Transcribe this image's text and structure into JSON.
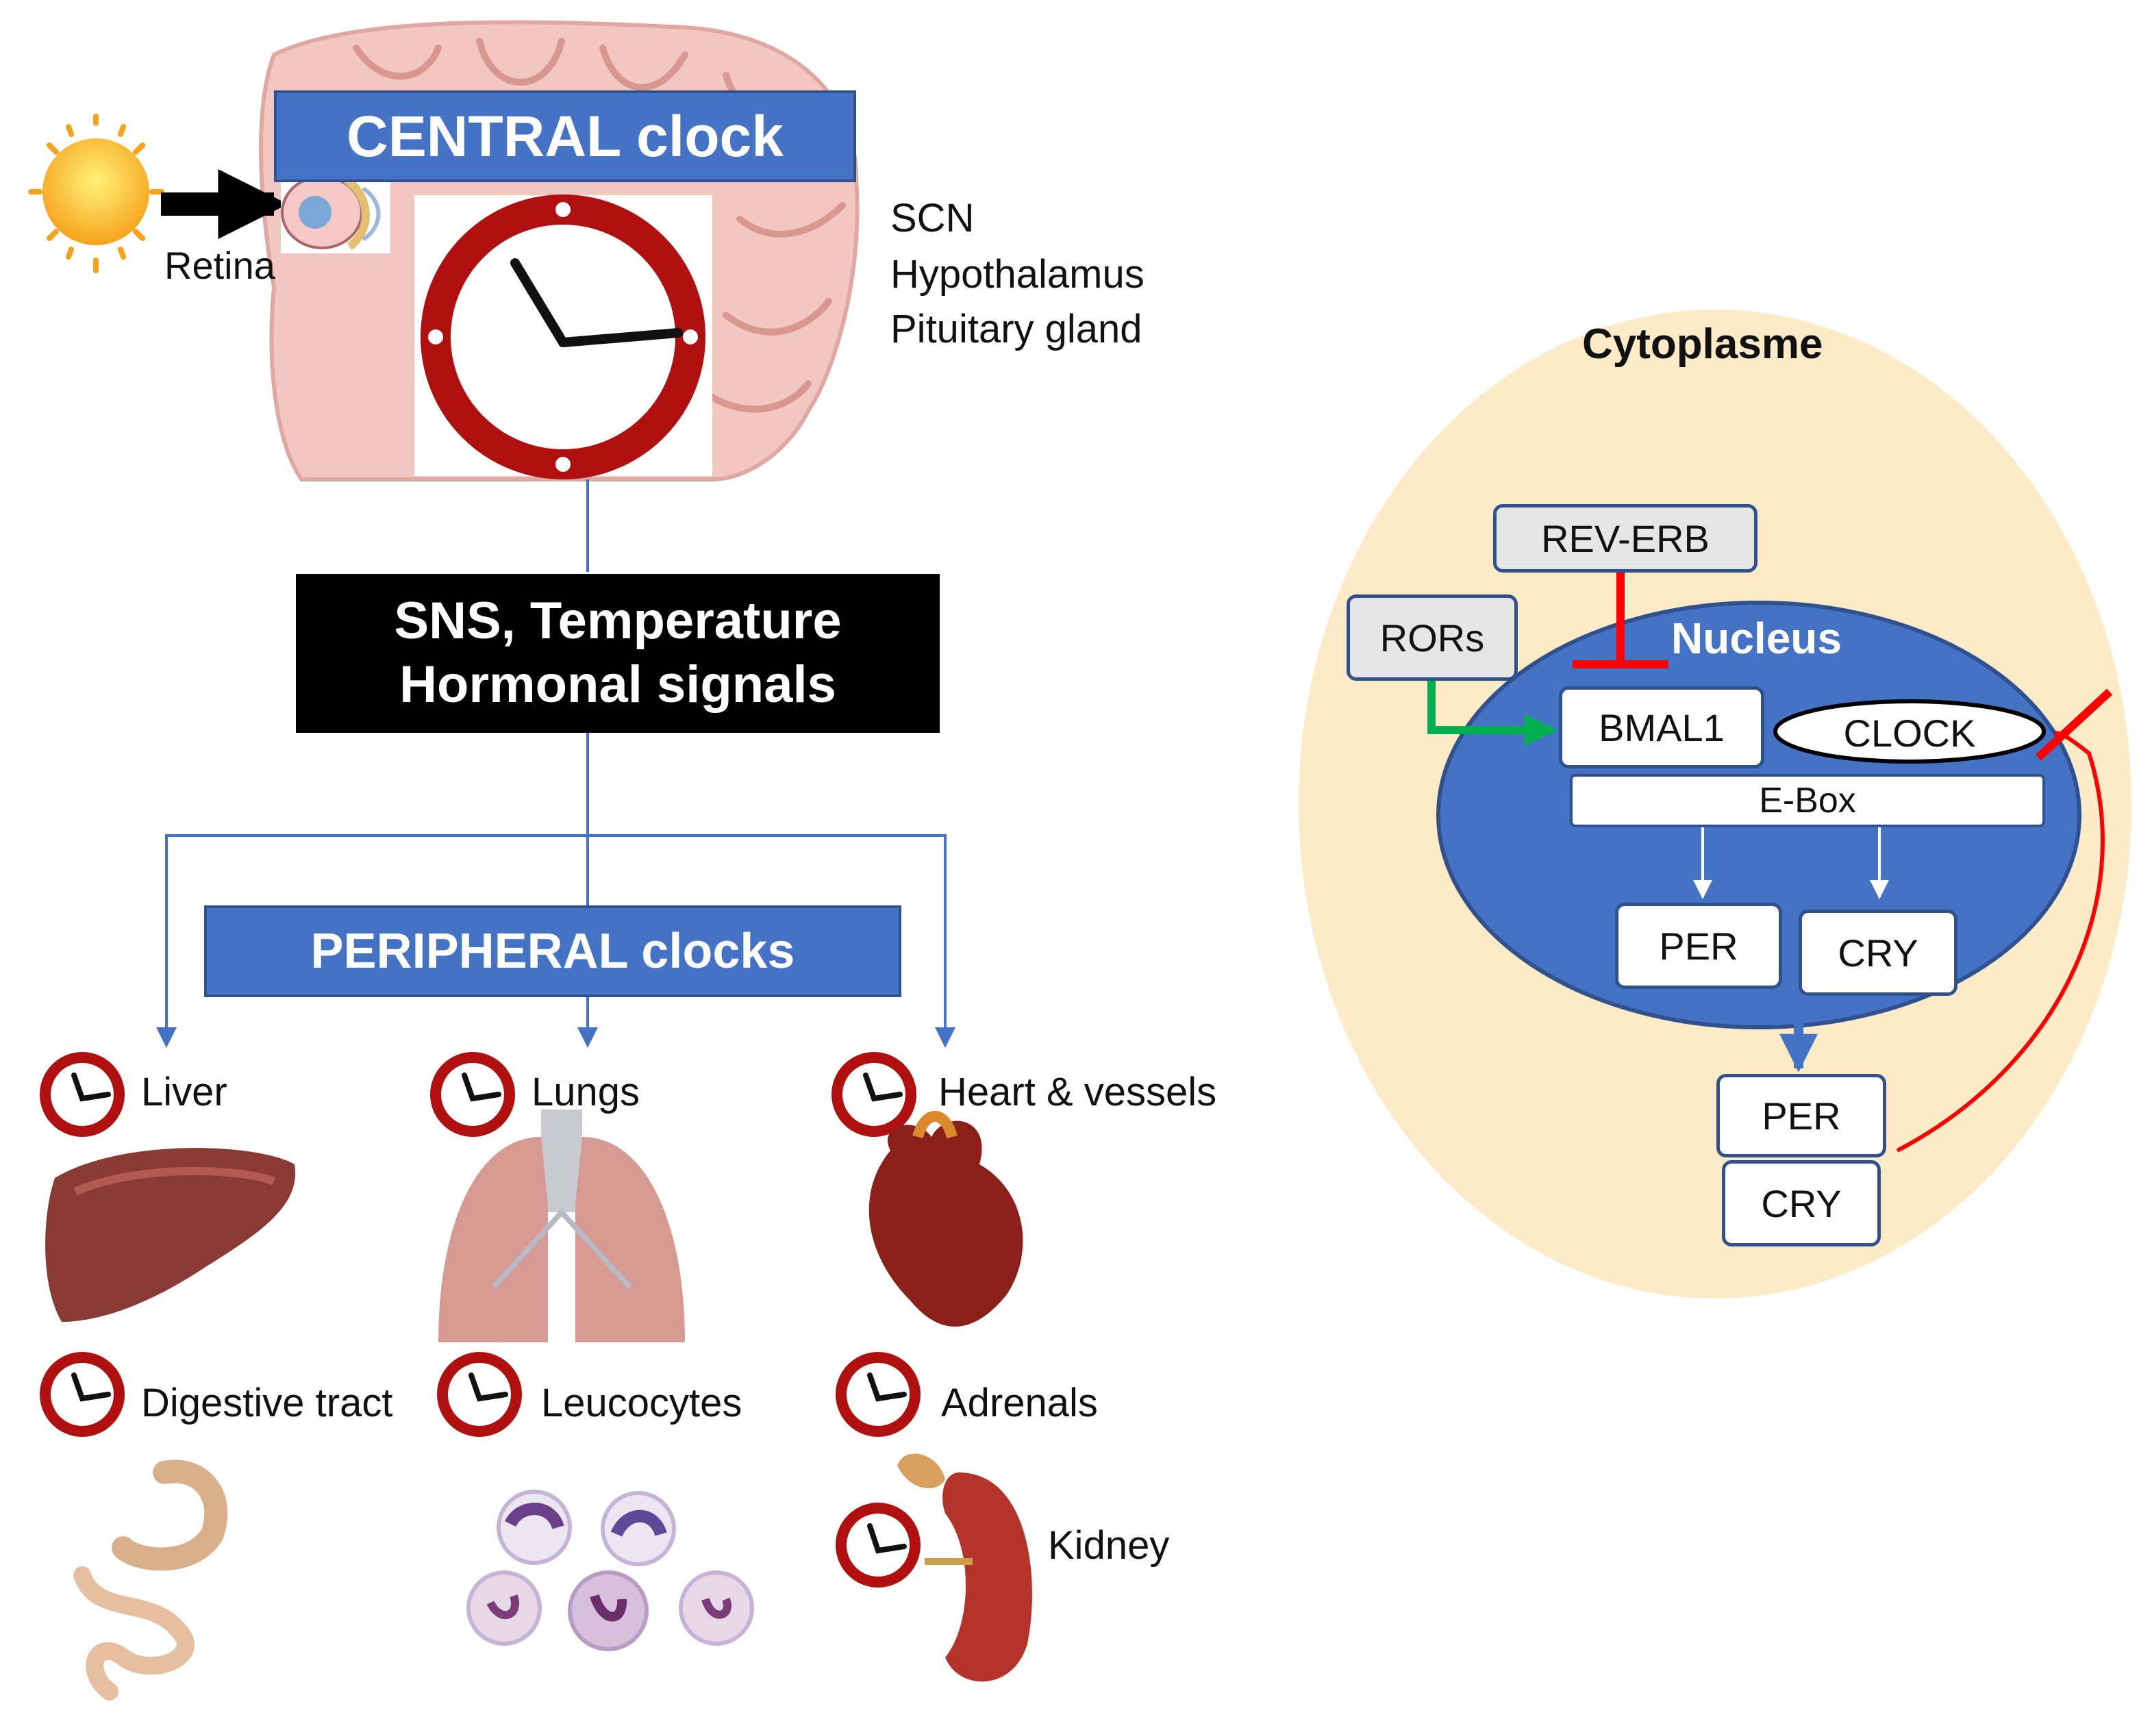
{
  "left_panel": {
    "central_clock_title": "CENTRAL clock",
    "retina_label": "Retina",
    "brain_regions": [
      "SCN",
      "Hypothalamus",
      "Pituitary gland"
    ],
    "signals_box": {
      "line1": "SNS, Temperature",
      "line2": "Hormonal signals"
    },
    "peripheral_clocks_title": "PERIPHERAL clocks",
    "organs": {
      "liver": "Liver",
      "lungs": "Lungs",
      "heart": "Heart & vessels",
      "digestive": "Digestive tract",
      "leucocytes": "Leucocytes",
      "adrenals": "Adrenals",
      "kidney": "Kidney"
    }
  },
  "right_panel": {
    "cytoplasm_label": "Cytoplasme",
    "nucleus_label": "Nucleus",
    "nodes": {
      "rev_erb": "REV-ERB",
      "rors": "RORs",
      "bmal1": "BMAL1",
      "clock": "CLOCK",
      "ebox": "E-Box",
      "per_nuclear": "PER",
      "cry_nuclear": "CRY",
      "per_cyto": "PER",
      "cry_cyto": "CRY"
    }
  },
  "colors": {
    "blue_accent": "#4472c4",
    "dark_blue": "#2f528f",
    "inhibition_red": "#ff0000",
    "activation_green": "#00b050",
    "cytoplasm_fill": "#fdebc8",
    "clock_red": "#b01010"
  }
}
